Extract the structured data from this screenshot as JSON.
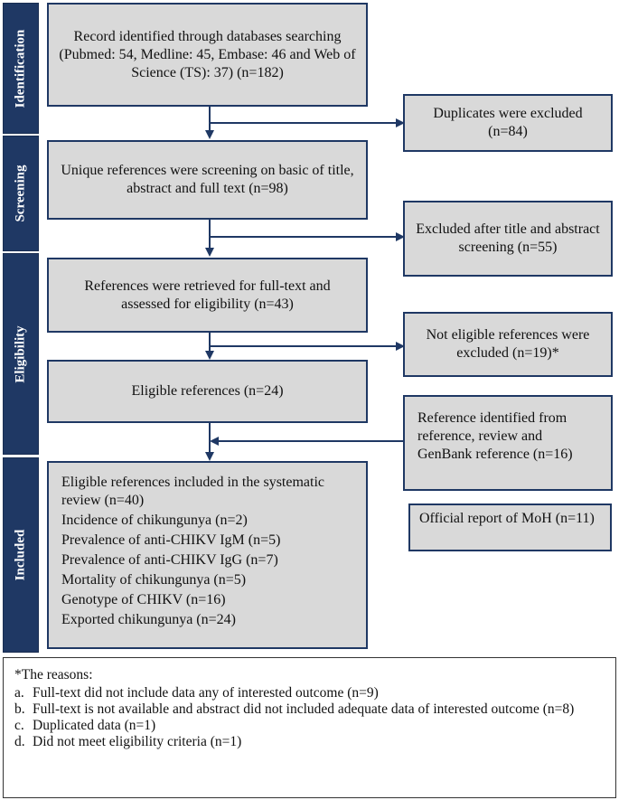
{
  "phases": {
    "identification": "Identification",
    "screening": "Screening",
    "eligibility": "Eligibility",
    "included": "Included"
  },
  "boxes": {
    "records_identified": "Record identified through databases searching (Pubmed: 54, Medline: 45, Embase: 46 and Web of Science (TS): 37) (n=182)",
    "duplicates_excluded": "Duplicates were excluded (n=84)",
    "unique_refs": "Unique references were screening on basic of title, abstract and full text (n=98)",
    "excluded_title_abstract": "Excluded after title and abstract screening (n=55)",
    "fulltext_retrieved": "References were retrieved for full-text and assessed for eligibility (n=43)",
    "not_eligible": "Not eligible references were excluded (n=19)*",
    "eligible_refs": "Eligible references (n=24)",
    "reference_identified": "Reference identified from reference, review and GenBank reference (n=16)",
    "official_report": "Official report of MoH (n=11)"
  },
  "included": {
    "header": "Eligible references included in the systematic review (n=40)",
    "items": [
      "Incidence of chikungunya (n=2)",
      "Prevalence of anti-CHIKV IgM (n=5)",
      "Prevalence of anti-CHIKV IgG (n=7)",
      "Mortality of chikungunya (n=5)",
      "Genotype of CHIKV (n=16)",
      "Exported chikungunya (n=24)"
    ]
  },
  "notes": {
    "title": "*The reasons:",
    "items": [
      {
        "marker": "a.",
        "text": "Full-text did not include data any of interested outcome (n=9)"
      },
      {
        "marker": "b.",
        "text": "Full-text is not available and abstract did not included adequate data of interested outcome (n=8)"
      },
      {
        "marker": "c.",
        "text": "Duplicated data (n=1)"
      },
      {
        "marker": "d.",
        "text": "Did not meet eligibility criteria (n=1)"
      }
    ]
  },
  "colors": {
    "phase_fill": "#1f3864",
    "box_fill": "#d9d9d9",
    "border": "#1f3864"
  }
}
